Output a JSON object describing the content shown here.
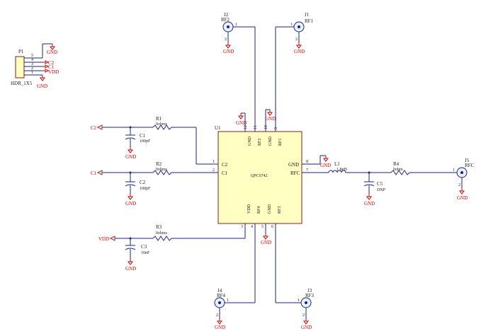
{
  "colors": {
    "wire": "#1a237e",
    "net_label": "#cc0000",
    "ic_fill": "#ffffc2"
  },
  "header": {
    "ref": "P1",
    "name": "HDR_1X5",
    "pins": [
      "5",
      "4",
      "3",
      "2",
      "1"
    ],
    "nets": [
      "GND",
      "C2",
      "C1",
      "VDD",
      "GND"
    ]
  },
  "ic": {
    "ref": "U1",
    "part": "QPC6742",
    "pins_left": [
      {
        "num": "1",
        "name": "C2"
      },
      {
        "num": "2",
        "name": "C1"
      }
    ],
    "pins_top": [
      {
        "num": "12",
        "name": "GND"
      },
      {
        "num": "11",
        "name": "RF2"
      },
      {
        "num": "10",
        "name": "GND"
      },
      {
        "num": "9",
        "name": "RF1"
      }
    ],
    "pins_right": [
      {
        "num": "8",
        "name": "GND"
      },
      {
        "num": "7",
        "name": "RFC"
      }
    ],
    "pins_bottom": [
      {
        "num": "3",
        "name": "VDD"
      },
      {
        "num": "4",
        "name": "RF4"
      },
      {
        "num": "5",
        "name": "GND"
      },
      {
        "num": "6",
        "name": "RF3"
      }
    ]
  },
  "resistors": [
    {
      "ref": "R1",
      "value": "0ohms"
    },
    {
      "ref": "R2",
      "value": "0ohms"
    },
    {
      "ref": "R3",
      "value": "0ohms"
    },
    {
      "ref": "R4",
      "value": "0ohm"
    }
  ],
  "capacitors": [
    {
      "ref": "C1",
      "value": "100pF"
    },
    {
      "ref": "C2",
      "value": "100pF"
    },
    {
      "ref": "C3",
      "value": "10nF"
    },
    {
      "ref": "C5",
      "value": "DNP"
    }
  ],
  "inductor": {
    "ref": "L1",
    "value": "1.8nH"
  },
  "connectors": [
    {
      "ref": "J1",
      "net": "RF1"
    },
    {
      "ref": "J2",
      "net": "RF2"
    },
    {
      "ref": "J3",
      "net": "RF3"
    },
    {
      "ref": "J4",
      "net": "RF4"
    },
    {
      "ref": "J5",
      "net": "RFC"
    }
  ],
  "connector_pins": {
    "center": "1",
    "shield": "2"
  },
  "nets": {
    "c2": "C2",
    "c1": "C1",
    "vdd": "VDD",
    "gnd": "GND"
  }
}
